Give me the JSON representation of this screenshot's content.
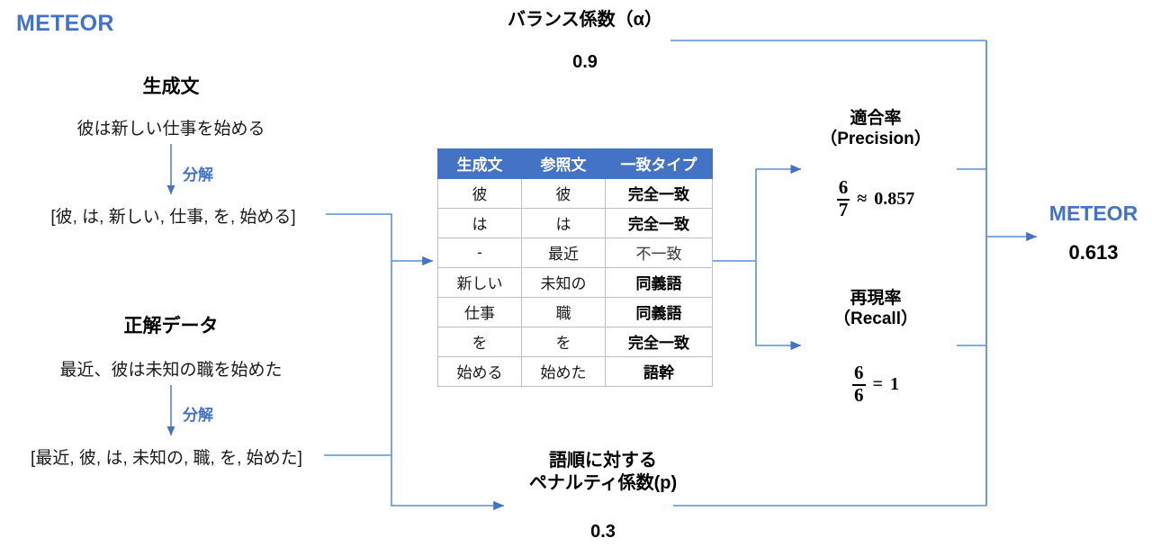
{
  "header": {
    "title": "METEOR"
  },
  "candidate": {
    "heading": "生成文",
    "sentence": "彼は新しい仕事を始める",
    "arrow_label": "分解",
    "tokens": "[彼, は, 新しい, 仕事, を, 始める]"
  },
  "reference": {
    "heading": "正解データ",
    "sentence": "最近、彼は未知の職を始めた",
    "arrow_label": "分解",
    "tokens": "[最近, 彼, は, 未知の, 職, を, 始めた]"
  },
  "alignment_table": {
    "columns": [
      "生成文",
      "参照文",
      "一致タイプ"
    ],
    "rows": [
      {
        "candidate": "彼",
        "reference": "彼",
        "type": "完全一致",
        "matched": true
      },
      {
        "candidate": "は",
        "reference": "は",
        "type": "完全一致",
        "matched": true
      },
      {
        "candidate": "-",
        "reference": "最近",
        "type": "不一致",
        "matched": false
      },
      {
        "candidate": "新しい",
        "reference": "未知の",
        "type": "同義語",
        "matched": true
      },
      {
        "candidate": "仕事",
        "reference": "職",
        "type": "同義語",
        "matched": true
      },
      {
        "candidate": "を",
        "reference": "を",
        "type": "完全一致",
        "matched": true
      },
      {
        "candidate": "始める",
        "reference": "始めた",
        "type": "語幹",
        "matched": true
      }
    ]
  },
  "precision": {
    "title_line1": "適合率",
    "title_line2": "（Precision）",
    "numerator": "6",
    "denominator": "7",
    "operator": "≈",
    "value": "0.857"
  },
  "recall": {
    "title_line1": "再現率",
    "title_line2": "（Recall）",
    "numerator": "6",
    "denominator": "6",
    "operator": "=",
    "value": "1"
  },
  "alpha": {
    "title": "バランス係数（α）",
    "value": "0.9"
  },
  "penalty": {
    "title_line1": "語順に対する",
    "title_line2": "ペナルティ係数(p)",
    "value": "0.3"
  },
  "result": {
    "label": "METEOR",
    "value": "0.613"
  },
  "colors": {
    "accent": "#4472C4",
    "connector": "#5B8FD4",
    "table_header_bg": "#4472C4",
    "table_border": "#BFBFBF",
    "text": "#000000"
  }
}
